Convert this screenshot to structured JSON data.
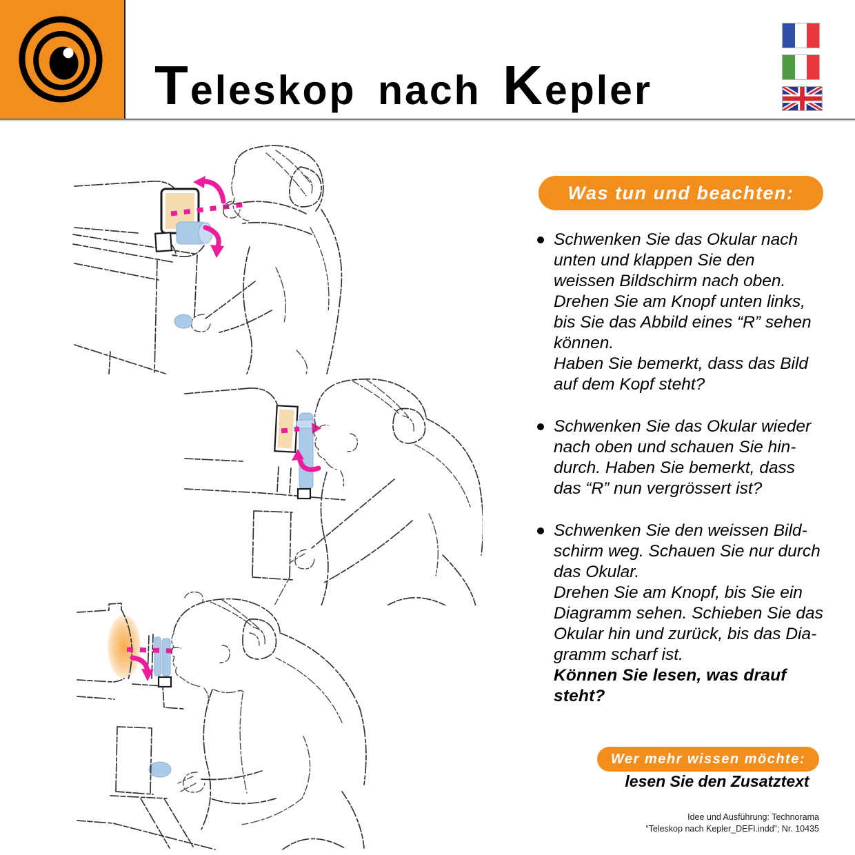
{
  "colors": {
    "orange": "#F28E1E",
    "magenta": "#EC1C9C",
    "screen_tan": "#F5DCB0",
    "eyepiece_blue": "#AACAEA",
    "sketch_ink": "#333333"
  },
  "header": {
    "title_initial_1": "T",
    "title_rest_1": "eleskop nach",
    "title_initial_2": "K",
    "title_rest_2": "epler",
    "logo_name": "technorama-eye-target-logo",
    "flags": [
      "flag-france",
      "flag-italy",
      "flag-uk"
    ]
  },
  "what_to_do": {
    "heading": "Was tun und beachten:",
    "bullets": [
      {
        "segments": [
          {
            "style": "italic",
            "lines": [
              "Schwenken Sie das Okular nach",
              "unten und klappen Sie den",
              "weissen Bildschirm nach oben.",
              "Drehen Sie am Knopf unten links,",
              "bis Sie das Abbild eines “R” sehen",
              "können.",
              "Haben Sie bemerkt, dass das Bild",
              "auf dem Kopf steht?"
            ]
          }
        ]
      },
      {
        "segments": [
          {
            "style": "italic",
            "lines": [
              "Schwenken Sie das Okular wieder",
              "nach oben und schauen Sie hin-",
              "durch. Haben Sie bemerkt, dass",
              "das “R” nun vergrössert ist?"
            ]
          }
        ]
      },
      {
        "segments": [
          {
            "style": "italic",
            "lines": [
              "Schwenken Sie den weissen Bild-",
              "schirm weg. Schauen Sie nur durch",
              "das Okular.",
              "Drehen Sie am Knopf, bis Sie ein",
              "Diagramm sehen. Schieben Sie das",
              "Okular hin und zurück, bis das Dia-",
              "gramm scharf ist."
            ]
          },
          {
            "style": "bolditalic",
            "lines": [
              "Können Sie lesen, was drauf",
              "steht?"
            ]
          }
        ]
      }
    ]
  },
  "more_info": {
    "heading": "Wer mehr wissen möchte:",
    "note": "lesen Sie den Zusatztext"
  },
  "credits": {
    "line1": "Idee und Ausführung: Technorama",
    "line2": "“Teleskop nach Kepler_DEFI.indd”; Nr. 10435"
  }
}
